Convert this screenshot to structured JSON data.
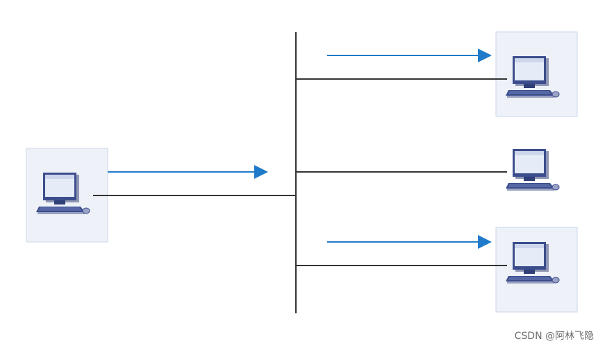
{
  "diagram": {
    "colors": {
      "background": "#ffffff",
      "line": "#333333",
      "arrow": "#1f7ac9",
      "highlight_fill": "#eef2f8",
      "highlight_border": "#c9d6ea",
      "computer_body": "#3b4d8c",
      "computer_screen": "#e6ecf7"
    },
    "nodes": [
      {
        "id": "sender",
        "icon": "computer-icon",
        "highlighted": true
      },
      {
        "id": "receiver-top",
        "icon": "computer-icon",
        "highlighted": true
      },
      {
        "id": "receiver-middle",
        "icon": "computer-icon",
        "highlighted": false
      },
      {
        "id": "receiver-bottom",
        "icon": "computer-icon",
        "highlighted": true
      }
    ],
    "arrows": [
      {
        "from": "sender",
        "to": "bus"
      },
      {
        "from": "bus",
        "to": "receiver-top"
      },
      {
        "from": "bus",
        "to": "receiver-bottom"
      }
    ]
  },
  "watermark": "CSDN @阿林飞隐"
}
